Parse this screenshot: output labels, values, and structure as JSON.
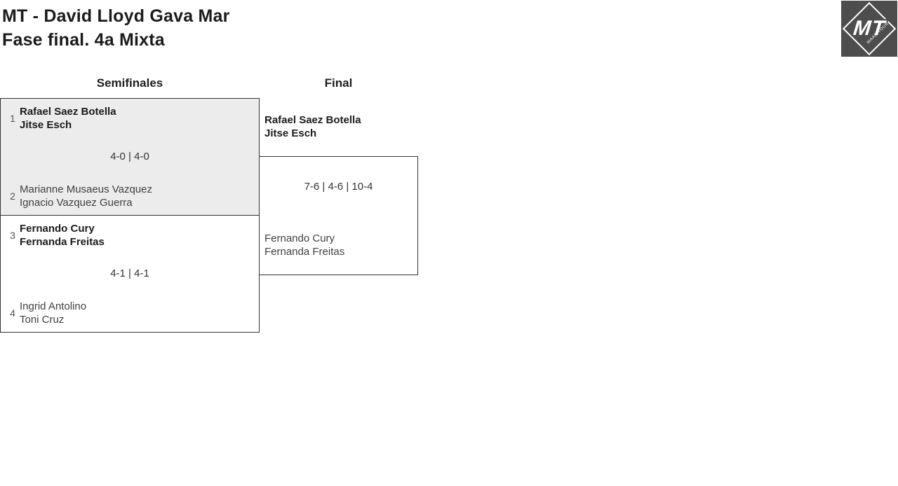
{
  "header": {
    "title_line1": "MT - David Lloyd Gava Mar",
    "title_line2": "Fase final. 4a Mixta"
  },
  "logo": {
    "monogram": "MT",
    "wordmark": "MAAD TOUR"
  },
  "bracket": {
    "rounds": [
      {
        "label": "Semifinales"
      },
      {
        "label": "Final"
      }
    ],
    "semifinals": [
      {
        "top": {
          "seed": "1",
          "players": [
            "Rafael Saez Botella",
            "Jitse Esch"
          ],
          "winner": true
        },
        "score": "4-0 | 4-0",
        "bottom": {
          "seed": "2",
          "players": [
            "Marianne Musaeus Vazquez",
            "Ignacio Vazquez Guerra"
          ],
          "winner": false
        }
      },
      {
        "top": {
          "seed": "3",
          "players": [
            "Fernando Cury",
            "Fernanda Freitas"
          ],
          "winner": true
        },
        "score": "4-1 | 4-1",
        "bottom": {
          "seed": "4",
          "players": [
            "Ingrid Antolino",
            "Toni Cruz"
          ],
          "winner": false
        }
      }
    ],
    "final": {
      "top": {
        "players": [
          "Rafael Saez Botella",
          "Jitse Esch"
        ],
        "winner": true
      },
      "score": "7-6 | 4-6 | 10-4",
      "bottom": {
        "players": [
          "Fernando Cury",
          "Fernanda Freitas"
        ],
        "winner": false
      }
    }
  },
  "colors": {
    "shaded_match_bg": "#ececec",
    "border": "#333333",
    "logo_bg": "#4d4d4d",
    "text_primary": "#1b1b1b",
    "text_secondary": "#3f3f3f",
    "seed": "#555555"
  }
}
